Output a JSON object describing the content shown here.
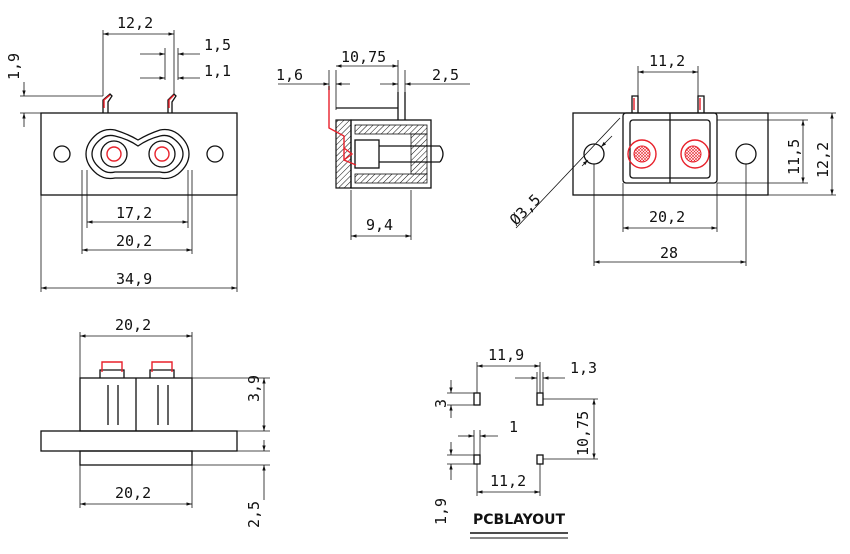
{
  "colors": {
    "outline": "#111111",
    "contact": "#e8202a",
    "background": "#ffffff"
  },
  "front_view": {
    "dims": {
      "top_width": "12,2",
      "side_height": "1,9",
      "pin_width": "1,5",
      "pin_gap": "1,1",
      "inner_width": "17,2",
      "pin_spacing": "20,2",
      "total_width": "34,9"
    }
  },
  "side_view": {
    "dims": {
      "left": "1,6",
      "mid": "10,75",
      "right": "2,5",
      "bottom": "9,4"
    }
  },
  "rear_view": {
    "dims": {
      "top": "11,2",
      "height_inner": "11,5",
      "height_outer": "12,2",
      "hole_dia": "Ø3,5",
      "hole_pitch": "20,2",
      "total": "28"
    }
  },
  "bottom_view": {
    "dims": {
      "top": "20,2",
      "pin_height": "3,9",
      "bottom": "20,2",
      "lower": "2,5"
    }
  },
  "pcb_layout": {
    "label": "PCBLAYOUT",
    "dims": {
      "top": "11,9",
      "right": "1,3",
      "left_h": "3",
      "width": "1",
      "height": "10,75",
      "bottom": "11,2",
      "bottom_left": "1,9"
    }
  }
}
